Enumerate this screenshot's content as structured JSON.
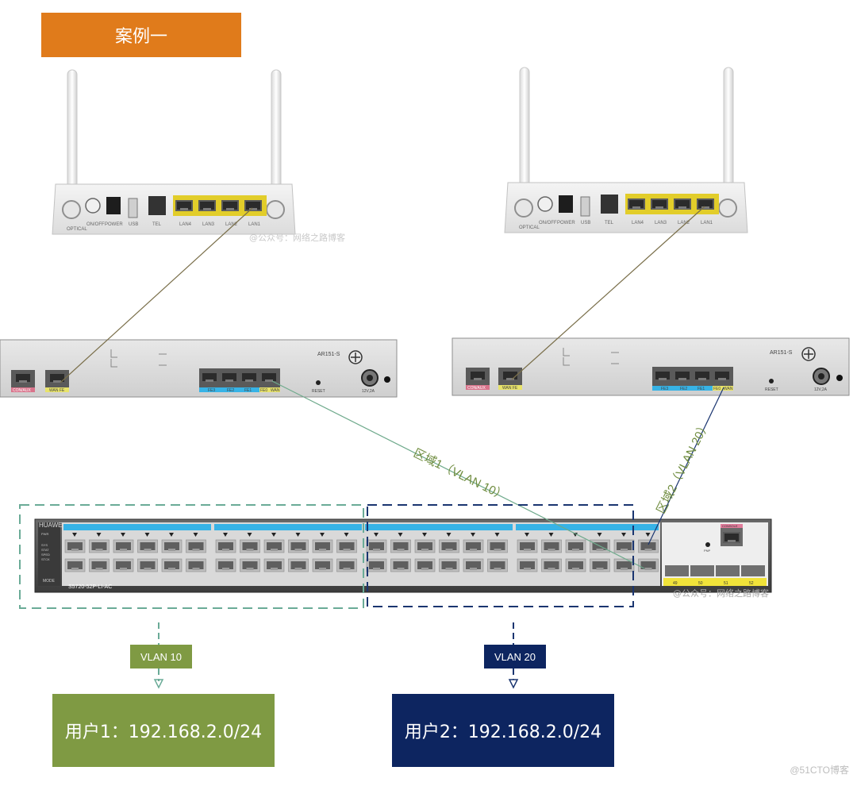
{
  "title": "案例一",
  "colors": {
    "title_bg": "#e07b1b",
    "vlan10": "#7f9a43",
    "vlan20": "#0d2560",
    "dash10": "#6aab97",
    "dash20": "#1a3570",
    "port_yellow": "#e2cd2a",
    "port_blue": "#37b3e6"
  },
  "onts": [
    {
      "ports": [
        "OPTICAL",
        "ON/OFF",
        "POWER",
        "USB",
        "TEL",
        "LAN4",
        "LAN3",
        "LAN2",
        "LAN1"
      ]
    },
    {
      "ports": [
        "OPTICAL",
        "ON/OFF",
        "POWER",
        "USB",
        "TEL",
        "LAN4",
        "LAN3",
        "LAN2",
        "LAN1"
      ]
    }
  ],
  "routers": [
    {
      "model": "AR151-S",
      "console": "CON/AUX",
      "wan_fe": "WAN FE",
      "lan_ports": [
        "FE3",
        "FE2",
        "FE1",
        "FE0"
      ],
      "wan": "WAN",
      "reset": "RESET",
      "power": "12V,2A"
    },
    {
      "model": "AR151-S",
      "console": "CON/AUX",
      "wan_fe": "WAN FE",
      "lan_ports": [
        "FE3",
        "FE2",
        "FE1",
        "FE0"
      ],
      "wan": "WAN",
      "reset": "RESET",
      "power": "12V,2A"
    }
  ],
  "switch": {
    "brand": "HUAWEI",
    "model": "S5720-52P-LI-AC",
    "status_labels": [
      "PWR",
      "SYS",
      "STAT",
      "SPED",
      "STCK"
    ],
    "mode": "MODE",
    "console": "CONSOLE",
    "pnp": "PNP",
    "sfp_ports": [
      "49",
      "50",
      "51",
      "52"
    ]
  },
  "zones": [
    {
      "label": "区域1（VLAN 10）"
    },
    {
      "label": "区域2（VLAN 20）"
    }
  ],
  "vlan_tags": [
    "VLAN 10",
    "VLAN 20"
  ],
  "users": [
    {
      "label": "用户1：192.168.2.0/24"
    },
    {
      "label": "用户2：192.168.2.0/24"
    }
  ],
  "watermarks": {
    "ont": "@公众号：网络之路博客",
    "switch": "@公众号：网络之路博客",
    "corner": "@51CTO博客"
  }
}
